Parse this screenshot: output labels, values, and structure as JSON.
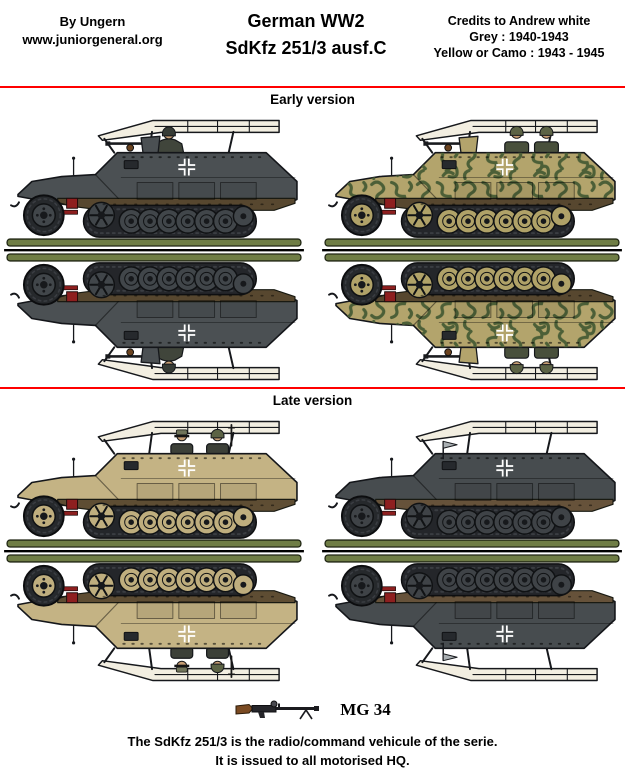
{
  "header": {
    "author_line1": "By Ungern",
    "author_line2": "www.juniorgeneral.org",
    "title_line1": "German WW2",
    "title_line2": "SdKfz 251/3 ausf.C",
    "credits_line1": "Credits to Andrew white",
    "credits_line2": "Grey : 1940-1943",
    "credits_line3": "Yellow or Camo : 1943 - 1945"
  },
  "sections": [
    {
      "label": "Early version"
    },
    {
      "label": "Late version"
    }
  ],
  "vehicles": [
    {
      "id": "early-grey",
      "colors": {
        "hull": "#4b5053",
        "wheel": "#41464a",
        "skirt": "#57472f"
      },
      "features": [
        "mg",
        "gunner"
      ]
    },
    {
      "id": "early-camo",
      "colors": {
        "hull": "#b3a46c",
        "wheel": "#b0a268",
        "skirt": "#57472f"
      },
      "features": [
        "mg",
        "crew2",
        "camo"
      ]
    },
    {
      "id": "late-tan",
      "colors": {
        "hull": "#c4b384",
        "wheel": "#bfae7e",
        "skirt": "#5e4d33"
      },
      "features": [
        "crewlate"
      ]
    },
    {
      "id": "late-grey",
      "colors": {
        "hull": "#474c4f",
        "wheel": "#3f4347",
        "skirt": "#66523a"
      },
      "features": [
        "pennant"
      ]
    }
  ],
  "footer": {
    "weapon_label": "MG 34",
    "caption_line1": "The SdKfz 251/3 is the radio/command vehicule of the serie.",
    "caption_line2": "It is issued to all motorised HQ."
  },
  "colors": {
    "rule_red": "#ff0000",
    "ground_green": "#6f7d45",
    "camo_green": "#4c5f37",
    "frame_ivory": "#f2eee1",
    "cross_white": "#ffffff"
  }
}
